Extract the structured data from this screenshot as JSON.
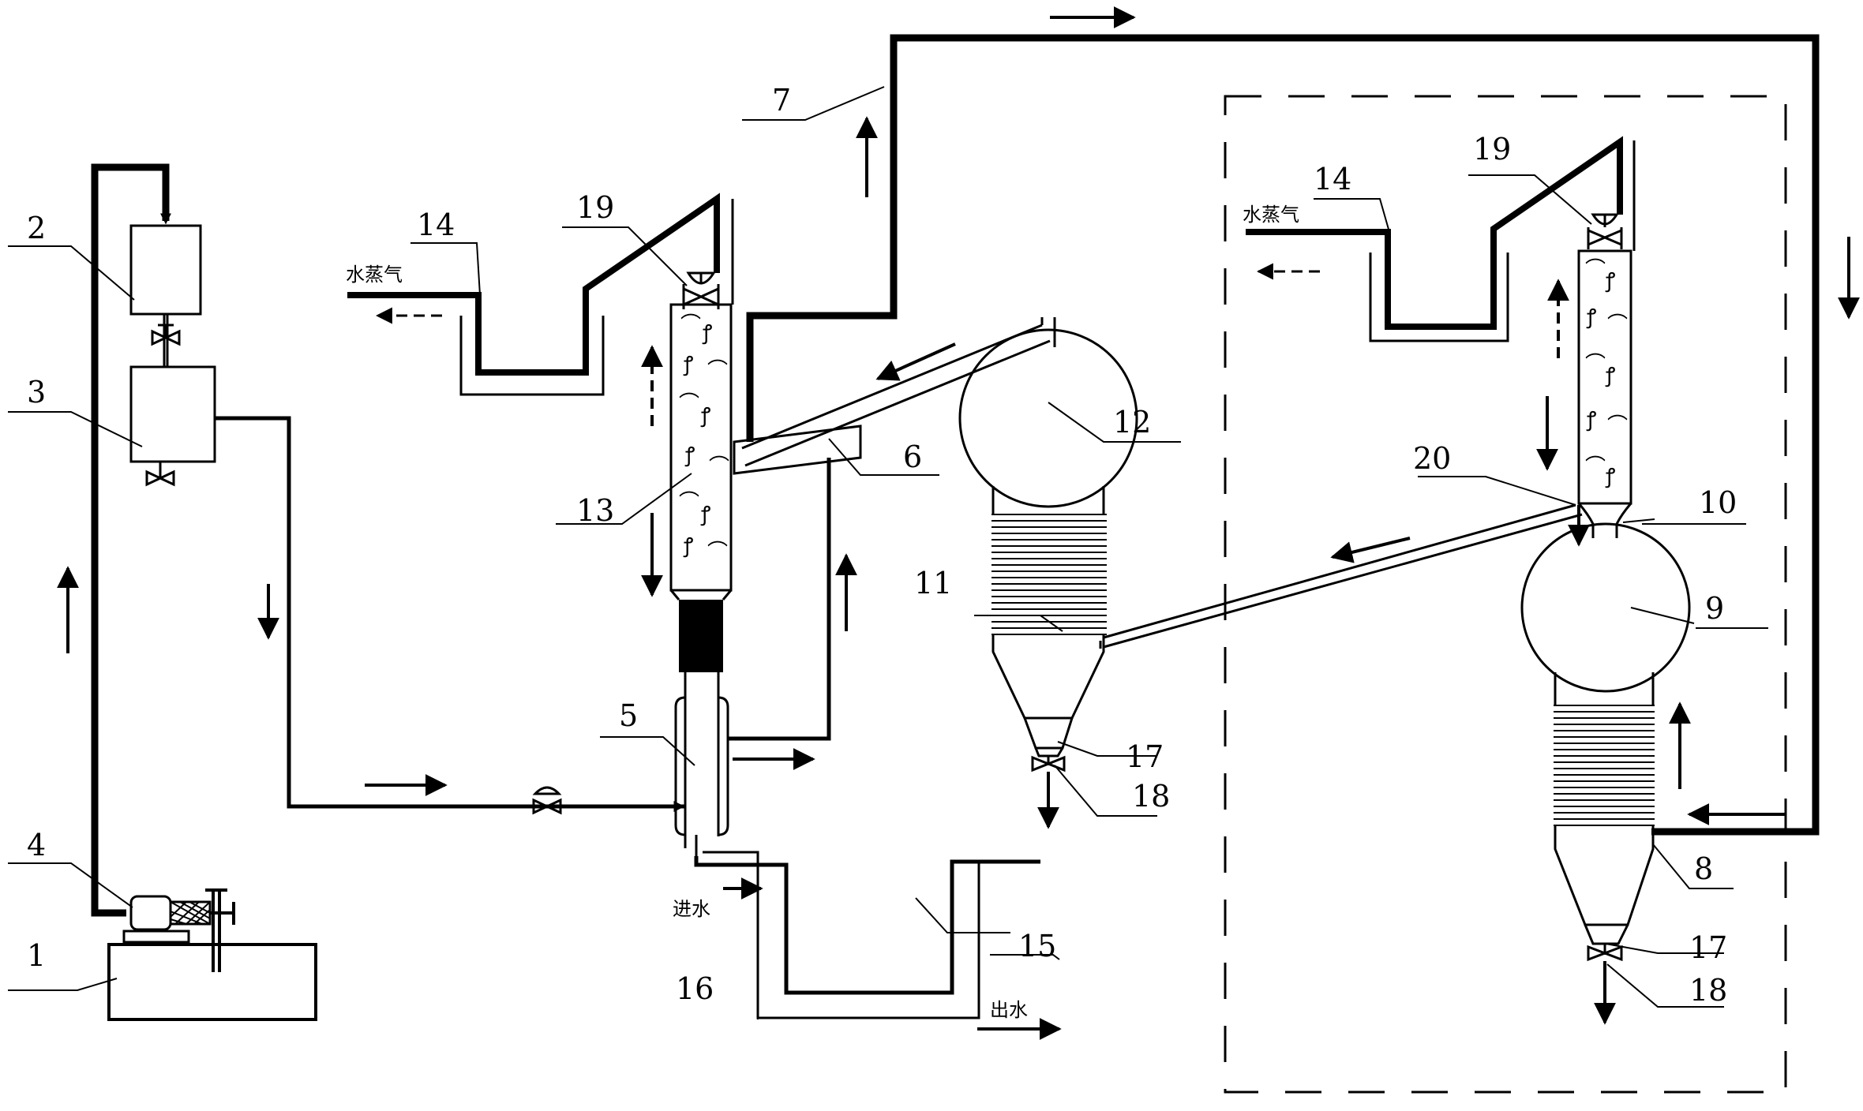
{
  "labels": {
    "n1": "1",
    "n2": "2",
    "n3": "3",
    "n4": "4",
    "n5": "5",
    "n6": "6",
    "n7": "7",
    "n8": "8",
    "n9": "9",
    "n10": "10",
    "n11": "11",
    "n12": "12",
    "n13": "13",
    "n14a": "14",
    "n14b": "14",
    "n15": "15",
    "n16": "16",
    "n17a": "17",
    "n17b": "17",
    "n18a": "18",
    "n18b": "18",
    "n19a": "19",
    "n19b": "19",
    "n20": "20"
  },
  "annotations": {
    "steam_left": "水蒸气",
    "steam_right": "水蒸气",
    "water_in": "进水",
    "water_out": "出水"
  }
}
